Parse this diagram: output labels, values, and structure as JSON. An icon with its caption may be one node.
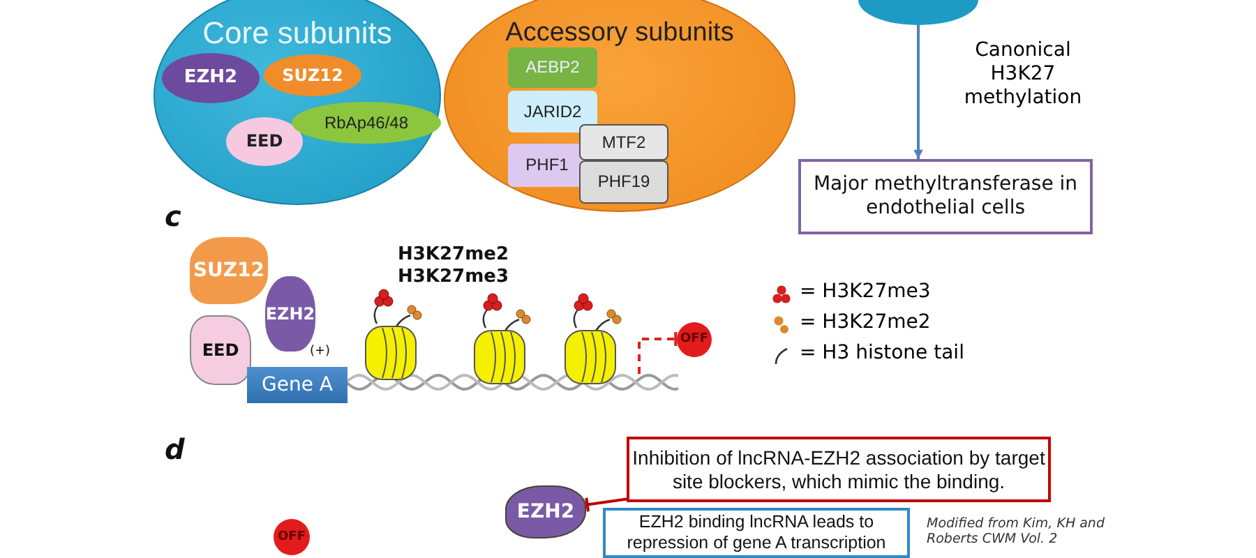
{
  "diagram": {
    "nodes": [
      {
        "text": [
          "Core subunits"
        ]
      },
      {
        "text": [
          "EZH2"
        ],
        "in": 0
      },
      {
        "text": [
          "SUZ12"
        ],
        "in": 0
      },
      {
        "text": [
          "EED"
        ],
        "in": 0
      },
      {
        "text": [
          "RbAp46/48"
        ],
        "in": 0
      },
      {
        "text": [
          "Accessory subunits"
        ]
      },
      {
        "text": [
          "AEBP2"
        ],
        "in": 5
      },
      {
        "text": [
          "JARID2"
        ],
        "in": 5
      },
      {
        "text": [
          "PHF1"
        ],
        "in": 5
      },
      {
        "text": [
          "MTF2"
        ],
        "in": 5
      },
      {
        "text": [
          "PHF19"
        ],
        "in": 5
      },
      {
        "text": [],
        "shape": "circle"
      },
      {
        "text": [
          "Major methyltransferase in endothelial cells"
        ]
      },
      {
        "text": [
          "SUZ12"
        ]
      },
      {
        "text": [
          "EZH2"
        ]
      },
      {
        "text": [
          "EED"
        ]
      },
      {
        "text": [
          "Gene A"
        ]
      },
      {
        "text": [
          "OFF"
        ]
      },
      {
        "text": [
          "EZH2"
        ]
      },
      {
        "text": [
          "Inhibition of lncRNA-EZH2 association by target site blockers, which mimic the binding."
        ]
      },
      {
        "text": [
          "EZH2 binding lncRNA leads to repression of gene A transcription"
        ]
      },
      {
        "text": [
          "OFF"
        ]
      },
      {
        "text": [],
        "shape": "picture"
      }
    ],
    "edges": [
      {
        "from": 11,
        "to": 12,
        "arrow": "to",
        "label": "Canonical H3K27 methylation",
        "color": "#4f81bd"
      },
      {
        "from": 19,
        "to": 18,
        "arrow": "other",
        "color": "#c00000"
      },
      {
        "from": 22,
        "to": 17,
        "arrow": "other",
        "style": "dashed",
        "color": "#e02020"
      }
    ],
    "labels": [
      "c",
      "H3K27me2",
      "H3K27me3",
      "(+)",
      "d",
      "Modified from Kim, KH and Roberts CWM Vol. 2"
    ],
    "legend": [
      {
        "text": "= H3K27me3"
      },
      {
        "text": "= H3K27me2"
      },
      {
        "text": "= H3 histone tail"
      }
    ]
  }
}
